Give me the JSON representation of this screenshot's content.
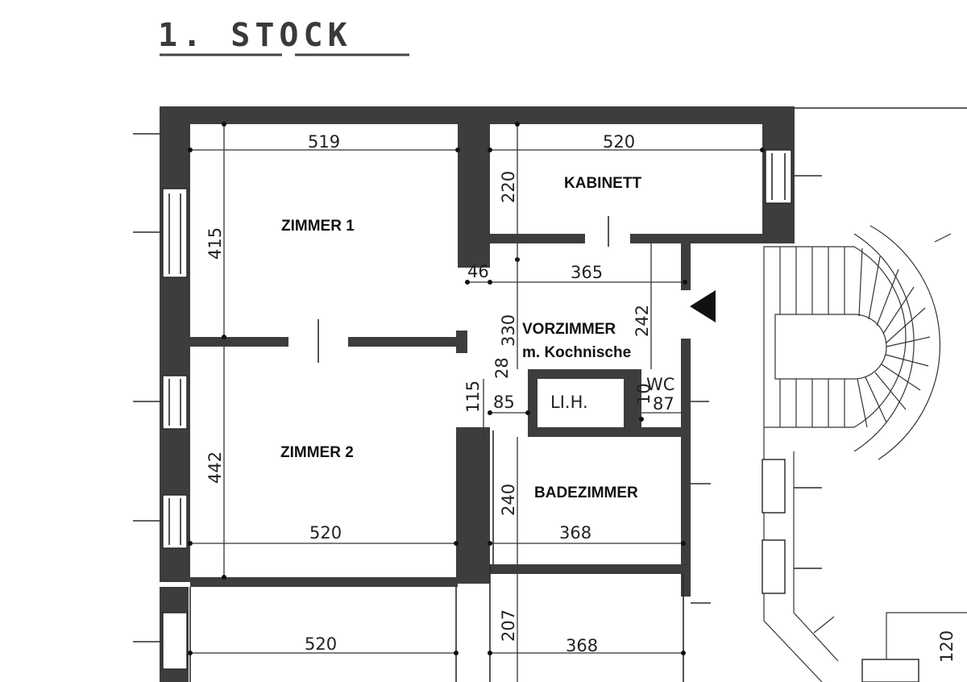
{
  "title": "1. STOCK",
  "rooms": {
    "zimmer1": "ZIMMER 1",
    "zimmer2": "ZIMMER 2",
    "kabinett": "KABINETT",
    "vorzimmer": "VORZIMMER",
    "vorzimmer_sub": "m. Kochnische",
    "badezimmer": "BADEZIMMER",
    "lih": "LI.H.",
    "wc": "WC"
  },
  "dimensions": {
    "top_left_width": "519",
    "top_right_width": "520",
    "zimmer1_height": "415",
    "kabinett_height": "220",
    "wall_46": "46",
    "hall_365": "365",
    "hall_330": "330",
    "hall_242": "242",
    "small_28": "28",
    "small_115": "115",
    "small_85": "85",
    "small_10": "10",
    "small_87": "87",
    "zimmer2_height": "442",
    "bad_height": "240",
    "zimmer2_width": "520",
    "bad_width": "368",
    "lower_height": "207",
    "lower_left_width": "520",
    "lower_right_width": "368",
    "right_120": "120"
  },
  "colors": {
    "wall": "#3d3d3d",
    "line": "#2a2a2a",
    "background": "#ffffff"
  }
}
